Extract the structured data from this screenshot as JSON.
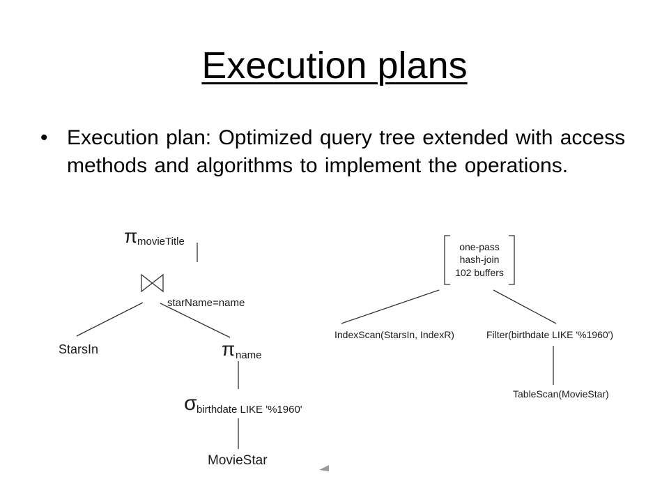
{
  "slide": {
    "title": "Execution plans",
    "bullet_symbol": "•",
    "bullet": "Execution plan: Optimized query tree extended with access methods and algorithms to implement the operations."
  },
  "left_tree": {
    "root": {
      "symbol": "π",
      "subscript": "movieTitle"
    },
    "join": {
      "condition": "starName=name"
    },
    "left_leaf": "StarsIn",
    "projection": {
      "symbol": "π",
      "subscript": "name"
    },
    "selection": {
      "symbol": "σ",
      "subscript": "birthdate LIKE '%1960'"
    },
    "bottom_leaf": "MovieStar"
  },
  "right_tree": {
    "root_lines": [
      "one-pass",
      "hash-join",
      "102 buffers"
    ],
    "left_child": "IndexScan(StarsIn, IndexR)",
    "right_child": "Filter(birthdate LIKE '%1960')",
    "bottom_child": "TableScan(MovieStar)"
  },
  "colors": {
    "text": "#000000",
    "figure_text": "#1a1a1a",
    "lines": "#333333"
  }
}
